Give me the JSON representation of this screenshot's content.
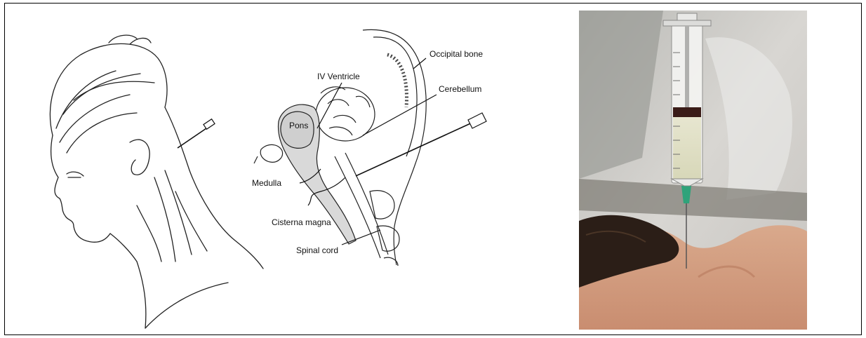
{
  "figure": {
    "labels": {
      "occipital_bone": "Occipital bone",
      "iv_ventricle": "IV Ventricle",
      "cerebellum": "Cerebellum",
      "pons": "Pons",
      "medulla": "Medulla",
      "cisterna_magna": "Cisterna magna",
      "spinal_cord": "Spinal cord"
    }
  }
}
